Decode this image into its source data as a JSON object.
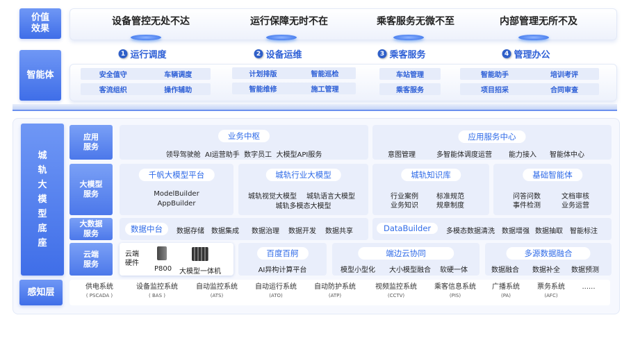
{
  "value_label": "价值效果",
  "values": [
    "设备管控无处不达",
    "运行保障无时不在",
    "乘客服务无微不至",
    "内部管理无所不及"
  ],
  "agent_label": "智能体",
  "agent_groups": [
    {
      "num": "1",
      "title": "运行调度",
      "rows": [
        [
          "安全值守",
          "车辆调度"
        ],
        [
          "客流组织",
          "操作辅助"
        ]
      ]
    },
    {
      "num": "2",
      "title": "设备运维",
      "rows": [
        [
          "计划排版",
          "智能巡检"
        ],
        [
          "智能维修",
          "施工管理"
        ]
      ]
    },
    {
      "num": "3",
      "title": "乘客服务",
      "rows": [
        [
          "车站管理"
        ],
        [
          "乘客服务"
        ]
      ]
    },
    {
      "num": "4",
      "title": "管理办公",
      "rows": [
        [
          "智能助手",
          "培训考评"
        ],
        [
          "项目招采",
          "合同审查"
        ]
      ]
    }
  ],
  "base_label": "城轨大模型底座",
  "app": {
    "label": "应用服务",
    "a_title": "业务中枢",
    "a_items": "领导驾驶舱  AI运营助手  数字员工  大模型API服务",
    "b_title": "应用服务中心",
    "b_items": [
      "意图管理",
      "多智能体调度运营",
      "能力接入",
      "智能体中心"
    ]
  },
  "llm": {
    "label": "大模型服务",
    "c1": {
      "title": "千帆大模型平台",
      "items": [
        "ModelBuilder",
        "AppBuilder"
      ]
    },
    "c2": {
      "title": "城轨行业大模型",
      "items": [
        "城轨视觉大模型",
        "城轨语言大模型",
        "城轨多模态大模型"
      ]
    },
    "c3": {
      "title": "城轨知识库",
      "items": [
        "行业案例",
        "标准规范",
        "业务知识",
        "规章制度"
      ]
    },
    "c4": {
      "title": "基础智能体",
      "items": [
        "问答问数",
        "文档审核",
        "事件检测",
        "业务运营"
      ]
    }
  },
  "data": {
    "label": "大数据服务",
    "a_title": "数据中台",
    "a_items": [
      "数据存储",
      "数据集成",
      "数据治理",
      "数据开发",
      "数据共享"
    ],
    "b_title": "DataBuilder",
    "b_items": [
      "多模态数据清洗",
      "数据增强",
      "数据抽取",
      "智能标注"
    ]
  },
  "cloud": {
    "label": "云端服务",
    "hw_label": "云端硬件",
    "hw1": "P800",
    "hw2": "大模型一体机",
    "c2": {
      "title": "百度百舸",
      "items": [
        "AI异构计算平台"
      ]
    },
    "c3": {
      "title": "端边云协同",
      "items": [
        "模型小型化",
        "大小模型融合",
        "软硬一体"
      ]
    },
    "c4": {
      "title": "多源数据融合",
      "items": [
        "数据融合",
        "数据补全",
        "数据预测"
      ]
    }
  },
  "perception": {
    "label": "感知层",
    "items": [
      {
        "name": "供电系统",
        "code": "( PSCADA )"
      },
      {
        "name": "设备监控系统",
        "code": "( BAS )"
      },
      {
        "name": "自动监控系统",
        "code": "(ATS)"
      },
      {
        "name": "自动运行系统",
        "code": "(ATO)"
      },
      {
        "name": "自动防护系统",
        "code": "(ATP)"
      },
      {
        "name": "视频监控系统",
        "code": "(CCTV)"
      },
      {
        "name": "乘客信息系统",
        "code": "(PIS)"
      },
      {
        "name": "广播系统",
        "code": "(PA)"
      },
      {
        "name": "票务系统",
        "code": "(AFC)"
      },
      {
        "name": "......",
        "code": ""
      }
    ]
  }
}
